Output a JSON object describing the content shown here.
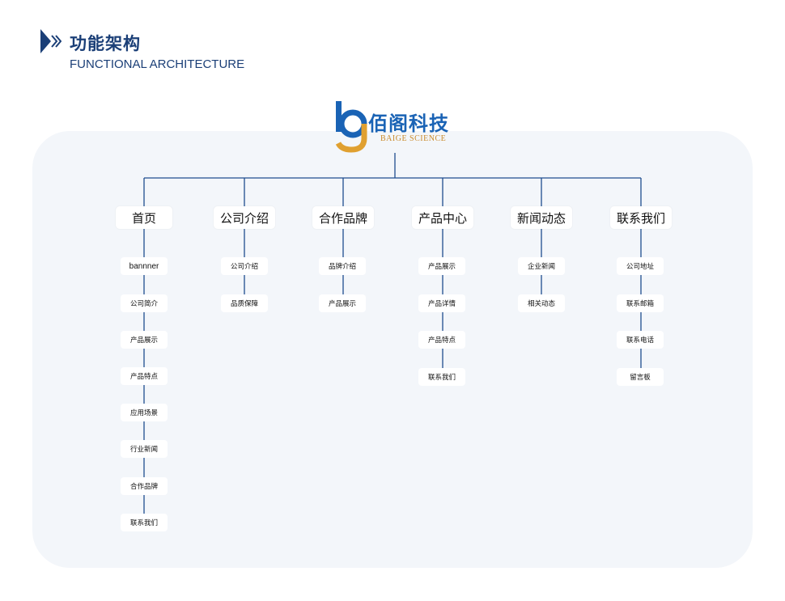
{
  "header": {
    "title_cn": "功能架构",
    "title_en": "FUNCTIONAL ARCHITECTURE"
  },
  "logo": {
    "name_cn": "佰阁科技",
    "name_en": "BAIGE SCIENCE"
  },
  "colors": {
    "accent": "#1b3f77",
    "line": "#1f4d8f",
    "panel": "#f3f6fa"
  },
  "columns": [
    {
      "label": "首页",
      "items": [
        "bannner",
        "公司简介",
        "产品展示",
        "产品特点",
        "应用场景",
        "行业新闻",
        "合作品牌",
        "联系我们"
      ]
    },
    {
      "label": "公司介绍",
      "items": [
        "公司介绍",
        "品质保障"
      ]
    },
    {
      "label": "合作品牌",
      "items": [
        "品牌介绍",
        "产品展示"
      ]
    },
    {
      "label": "产品中心",
      "items": [
        "产品展示",
        "产品详情",
        "产品特点",
        "联系我们"
      ]
    },
    {
      "label": "新闻动态",
      "items": [
        "企业新闻",
        "相关动态"
      ]
    },
    {
      "label": "联系我们",
      "items": [
        "公司地址",
        "联系邮箱",
        "联系电话",
        "留言板"
      ]
    }
  ]
}
